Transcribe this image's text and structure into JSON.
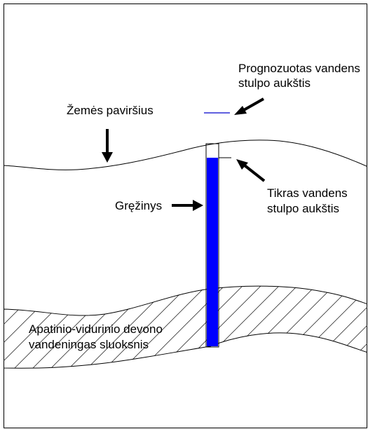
{
  "labels": {
    "predicted_line1": "Prognozuotas vandens",
    "predicted_line2": "stulpo aukštis",
    "ground_surface": "Žemės paviršius",
    "borehole": "Gręžinys",
    "actual_line1": "Tikras vandens",
    "actual_line2": "stulpo aukštis",
    "aquifer_line1": "Apatinio-vidurinio devono",
    "aquifer_line2": "vandeningas sluoksnis"
  },
  "colors": {
    "water": "#0000ff",
    "predicted_level": "#0000cc",
    "line": "#000000",
    "hatch": "#333333"
  }
}
